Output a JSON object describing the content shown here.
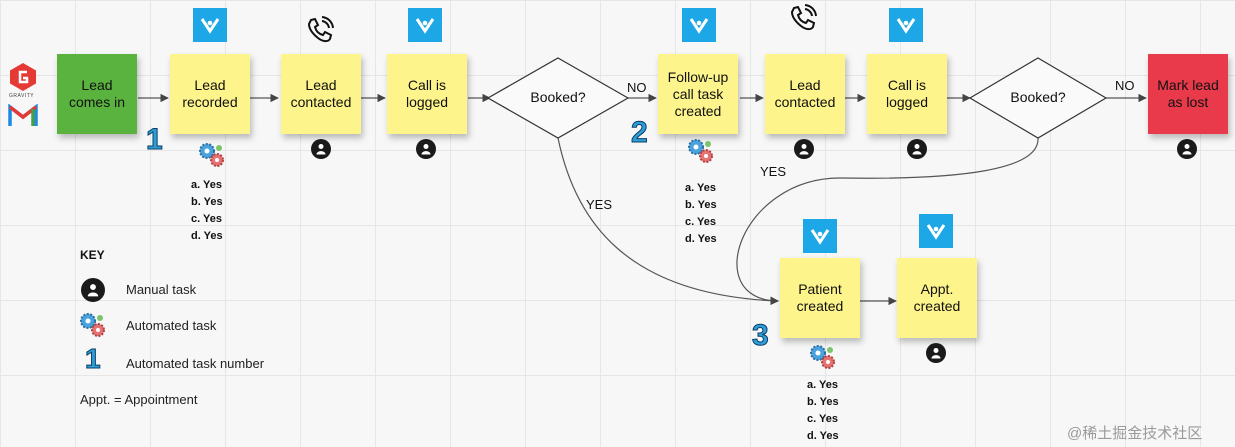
{
  "nodes": {
    "lead_comes_in": "Lead\ncomes in",
    "lead_recorded": "Lead\nrecorded",
    "lead_contacted_1": "Lead\ncontacted",
    "call_logged_1": "Call is\nlogged",
    "booked_1": "Booked?",
    "followup": "Follow-up\ncall task\ncreated",
    "lead_contacted_2": "Lead\ncontacted",
    "call_logged_2": "Call is\nlogged",
    "booked_2": "Booked?",
    "mark_lost": "Mark lead\nas lost",
    "patient_created": "Patient\ncreated",
    "appt_created": "Appt.\ncreated"
  },
  "edges": {
    "no_1": "NO",
    "no_2": "NO",
    "yes_1": "YES",
    "yes_2": "YES"
  },
  "task_numbers": [
    "1",
    "2",
    "3"
  ],
  "checklists": {
    "task1": [
      "a. Yes",
      "b. Yes",
      "c. Yes",
      "d. Yes"
    ],
    "task2": [
      "a. Yes",
      "b. Yes",
      "c. Yes",
      "d. Yes"
    ],
    "task3": [
      "a. Yes",
      "b. Yes",
      "c. Yes",
      "d. Yes"
    ]
  },
  "key": {
    "title": "KEY",
    "manual": "Manual task",
    "automated": "Automated task",
    "number_sample": "1",
    "number": "Automated task number",
    "abbr": "Appt. = Appointment"
  },
  "logo": {
    "gravity_text": "GRAVITY"
  },
  "watermark": "@稀土掘金技术社区",
  "colors": {
    "sticky_yellow": "#fdf48b",
    "start_green": "#5bb33f",
    "lost_red": "#e83a4b",
    "app_tile_blue": "#1ea7e6",
    "number_blue": "#2e9ed6"
  },
  "icons": [
    "app-tile-icon",
    "phone-icon",
    "person-icon",
    "gears-icon",
    "gravity-forms-logo",
    "gmail-logo"
  ]
}
